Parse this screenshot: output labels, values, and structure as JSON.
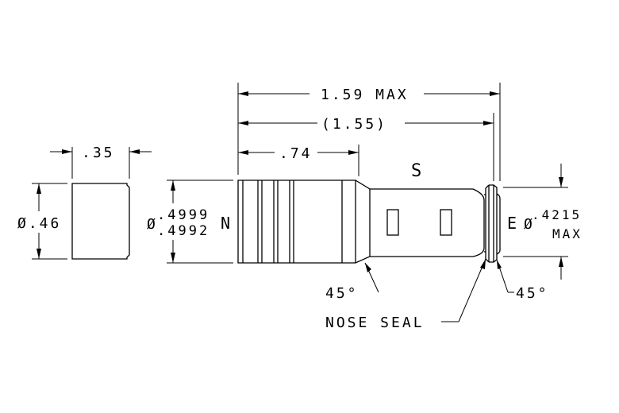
{
  "drawing": {
    "dim_overall_length": "1.59 MAX",
    "dim_body_length": "(1.55)",
    "dim_n_length": ".74",
    "dim_cap_length": ".35",
    "dim_cap_dia": "Ø.46",
    "dim_n_dia_prefix": "Ø",
    "dim_n_dia_upper": ".4999",
    "dim_n_dia_lower": ".4992",
    "dim_e_dia_prefix": "Ø",
    "dim_e_dia_value": ".4215",
    "dim_e_dia_max": "MAX",
    "label_n": "N",
    "label_s": "S",
    "label_e": "E",
    "chamfer_left": "45°",
    "chamfer_right": "45°",
    "nose_seal": "NOSE SEAL"
  }
}
